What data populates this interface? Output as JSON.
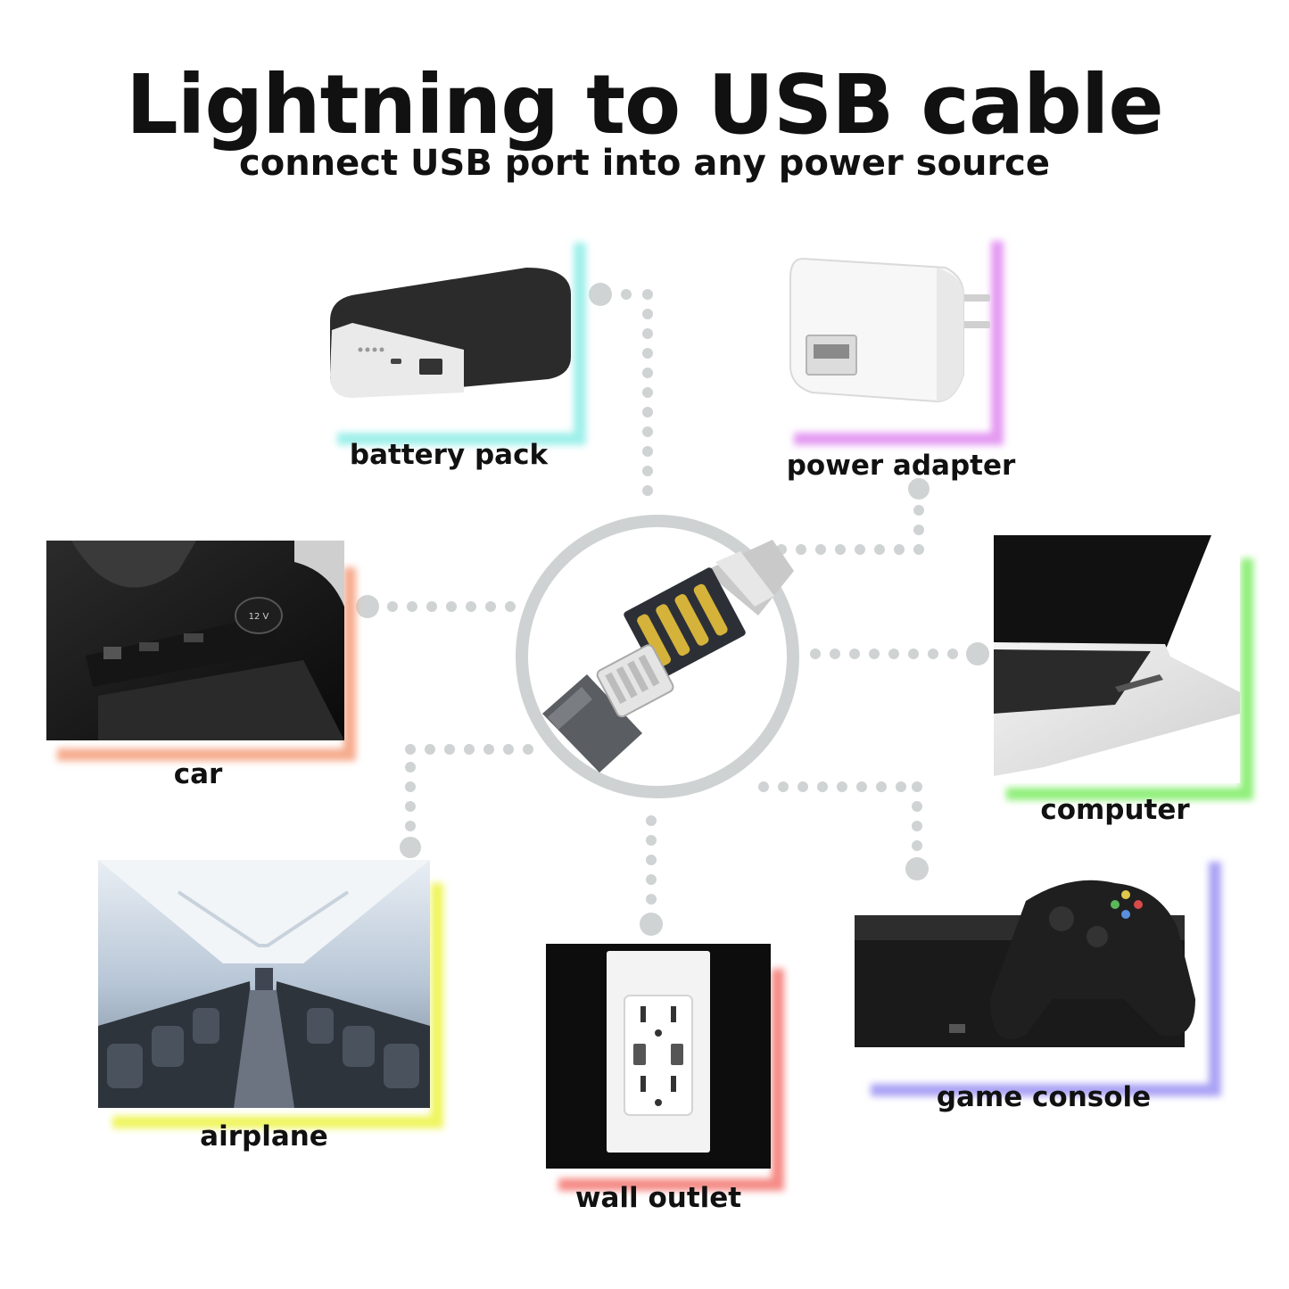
{
  "header": {
    "title": "Lightning to USB cable",
    "subtitle": "connect USB port into any power source"
  },
  "sources": [
    {
      "id": "battery-pack",
      "label": "battery pack",
      "accent": "#9ff0ea"
    },
    {
      "id": "power-adapter",
      "label": "power adapter",
      "accent": "#e49af2"
    },
    {
      "id": "car",
      "label": "car",
      "accent": "#f6ab8d"
    },
    {
      "id": "computer",
      "label": "computer",
      "accent": "#8fef79"
    },
    {
      "id": "airplane",
      "label": "airplane",
      "accent": "#eff55d"
    },
    {
      "id": "wall-outlet",
      "label": "wall outlet",
      "accent": "#f58a85"
    },
    {
      "id": "game-console",
      "label": "game console",
      "accent": "#aaa3f5"
    }
  ],
  "car_dash": {
    "voltage_label": "12 V"
  },
  "colors": {
    "connector_dots": "#d0d3d3",
    "center_ring": "#cfd2d2"
  }
}
